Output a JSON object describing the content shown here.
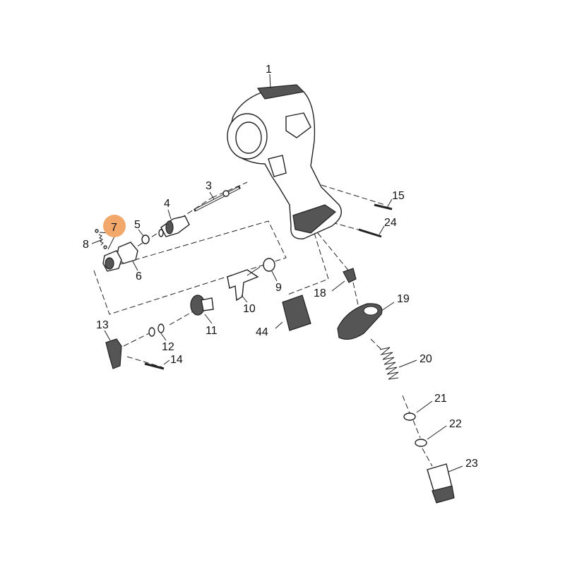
{
  "diagram": {
    "highlight_color": "#f2a86b",
    "highlighted_callout": "7",
    "callouts": {
      "c1": "1",
      "c3": "3",
      "c4": "4",
      "c5": "5",
      "c6": "6",
      "c7": "7",
      "c8": "8",
      "c9": "9",
      "c10": "10",
      "c11": "11",
      "c12": "12",
      "c13": "13",
      "c14": "14",
      "c15": "15",
      "c18": "18",
      "c19": "19",
      "c20": "20",
      "c21": "21",
      "c22": "22",
      "c23": "23",
      "c24": "24",
      "c44": "44"
    }
  }
}
